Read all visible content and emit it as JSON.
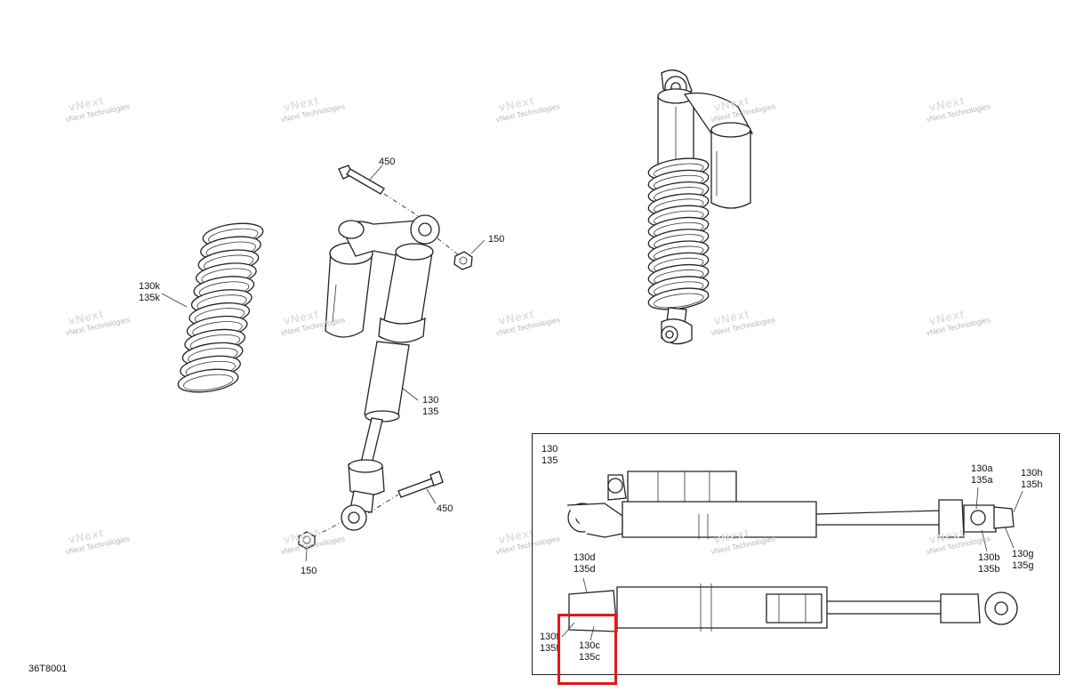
{
  "watermark": {
    "text": "vNext Technologies"
  },
  "doc_code": "36T8001",
  "labels": {
    "bolt_top": "450",
    "nut_top": "150",
    "spring": [
      "130k",
      "135k"
    ],
    "shock": [
      "130",
      "135"
    ],
    "bolt_bottom": "450",
    "nut_bottom": "150"
  },
  "inset": {
    "title": [
      "130",
      "135"
    ],
    "a": [
      "130a",
      "135a"
    ],
    "h": [
      "130h",
      "135h"
    ],
    "g": [
      "130g",
      "135g"
    ],
    "b": [
      "130b",
      "135b"
    ],
    "d": [
      "130d",
      "135d"
    ],
    "f": [
      "130f",
      "135f"
    ],
    "c": [
      "130c",
      "135c"
    ]
  }
}
